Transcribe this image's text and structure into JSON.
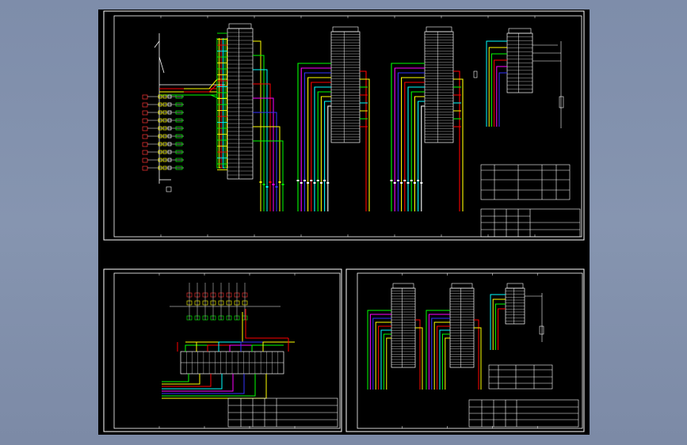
{
  "palette": {
    "background": "#7d8ca8",
    "canvas": "#000000",
    "line": "#ffffff",
    "wire_colors": [
      "#ffff00",
      "#00ff00",
      "#ff0000",
      "#00ffff",
      "#ff00ff",
      "#3333ff",
      "#ffffff"
    ]
  },
  "sheets": [
    {
      "name": "main-sheet"
    },
    {
      "name": "lower-left-sheet"
    },
    {
      "name": "lower-right-sheet"
    }
  ]
}
